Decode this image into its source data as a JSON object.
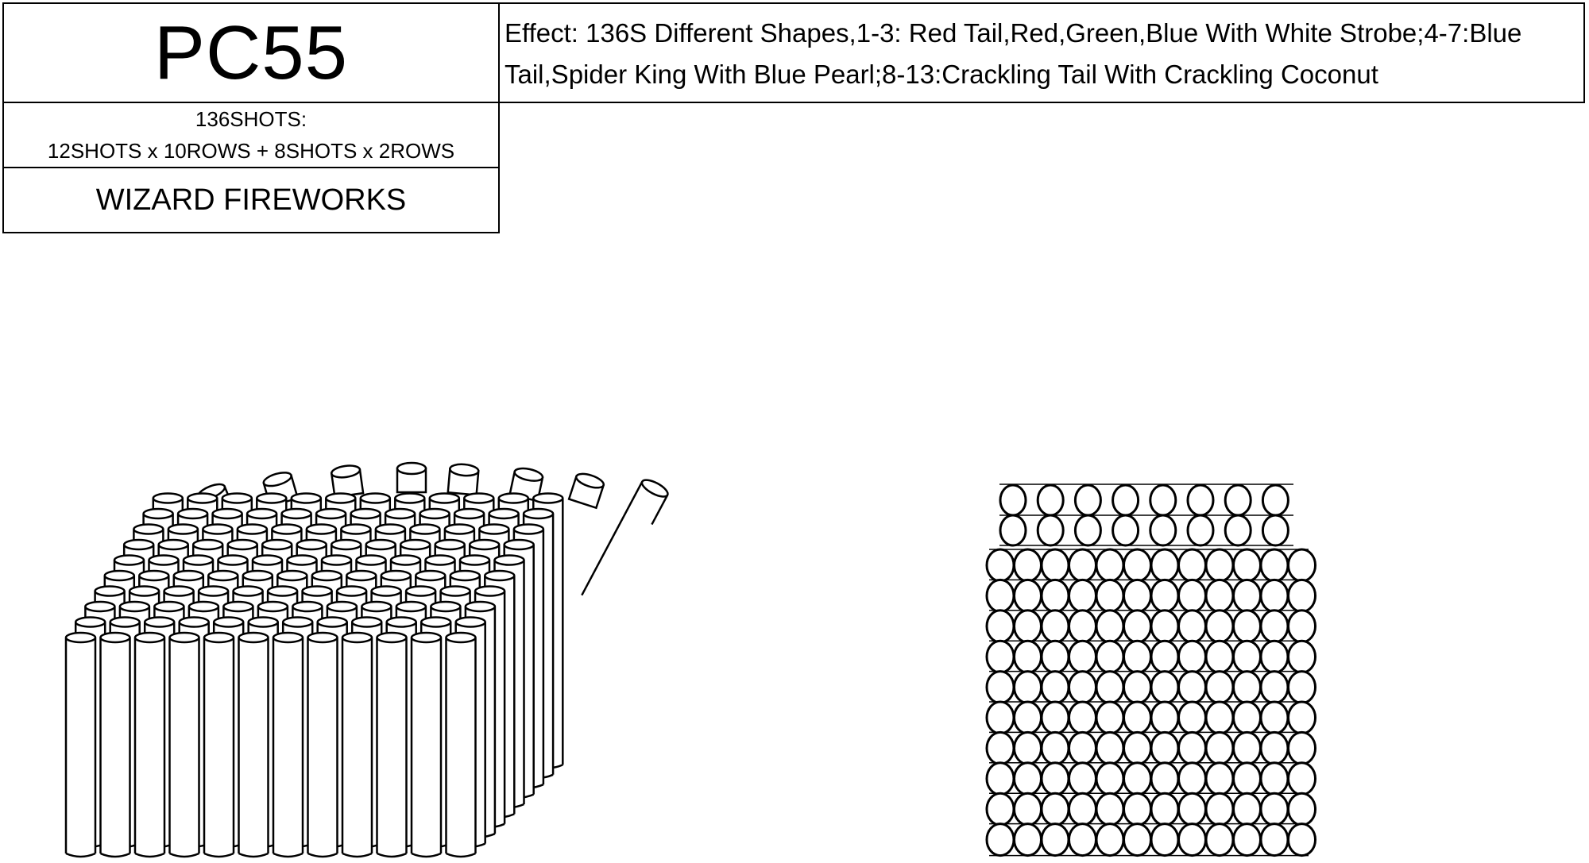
{
  "product": {
    "model": "PC55",
    "effect": "Effect: 136S Different Shapes,1-3: Red Tail,Red,Green,Blue With White Strobe;4-7:Blue Tail,Spider King With Blue Pearl;8-13:Crackling Tail With Crackling Coconut",
    "shots_title": "136SHOTS:",
    "shots_config": "12SHOTS x 10ROWS + 8SHOTS x 2ROWS",
    "brand": "WIZARD FIREWORKS"
  },
  "configuration": {
    "total_shots": 136,
    "full_rows": 10,
    "tubes_per_full_row": 12,
    "short_rows": 2,
    "tubes_per_short_row": 8
  },
  "colors": {
    "line": "#000000",
    "background": "#ffffff"
  }
}
